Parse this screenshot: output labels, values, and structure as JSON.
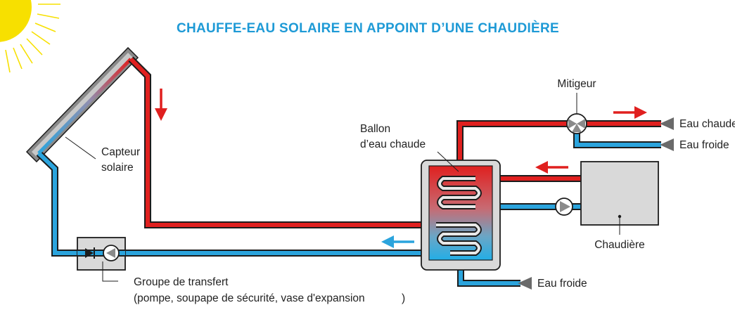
{
  "title": "CHAUFFE-EAU SOLAIRE EN APPOINT D’UNE CHAUDIÈRE",
  "labels": {
    "capteur_line1": "Capteur",
    "capteur_line2": "solaire",
    "ballon_line1": "Ballon",
    "ballon_line2": "d’eau chaude",
    "mitigeur": "Mitigeur",
    "eau_chaude": "Eau chaude",
    "eau_froide_top": "Eau froide",
    "eau_froide_bottom": "Eau froide",
    "chaudiere": "Chaudière",
    "groupe_line1": "Groupe de transfert",
    "groupe_line2": "(pompe, soupape de sécurité, vase d'expansion",
    "groupe_close": ")"
  },
  "colors": {
    "hot": "#e0201f",
    "cold": "#2ba4dd",
    "outline": "#1c1c1c",
    "title": "#1e9ad6",
    "sun": "#f7e000",
    "gray": "#d9d9d9",
    "frame": "#8a8a8a"
  }
}
